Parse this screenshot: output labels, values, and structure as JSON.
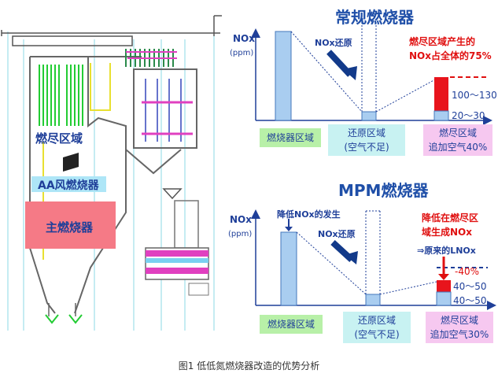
{
  "boiler": {
    "burnout_zone": "燃尽区域",
    "aa_air_burner": "AA风燃烧器",
    "main_burner": "主燃烧器"
  },
  "top_chart": {
    "title": "常规燃烧器",
    "yaxis_label": "NOx",
    "yaxis_unit": "(ppm)",
    "reduction_label": "NOx还原",
    "note_line1": "燃尽区域产生的",
    "note_line2": "NOx占全体的75%",
    "value_high": "100～130",
    "value_low": "20～30",
    "zones": [
      {
        "line1": "燃烧器区域",
        "line2": ""
      },
      {
        "line1": "还原区域",
        "line2": "(空气不足)"
      },
      {
        "line1": "燃尽区域",
        "line2": "追加空气40%"
      }
    ]
  },
  "bottom_chart": {
    "title": "MPM燃烧器",
    "yaxis_label": "NOx",
    "yaxis_unit": "(ppm)",
    "reduce_generation_label": "降低NOx的发生",
    "reduction_label": "NOx还原",
    "note_line1": "降低在燃尽区",
    "note_line2": "域生成NOx",
    "compare_label": "⇒原来的LNOx",
    "value_reduction": "-40%",
    "value_high": "40～50",
    "value_low": "40～50",
    "zones": [
      {
        "line1": "燃烧器区域",
        "line2": ""
      },
      {
        "line1": "还原区域",
        "line2": "(空气不足)"
      },
      {
        "line1": "燃尽区域",
        "line2": "追加空气30%"
      }
    ]
  },
  "caption": "图1  低低氮燃烧器改造的优势分析",
  "colors": {
    "bar_blue": "#a9cdf0",
    "bar_red": "#e8141c",
    "navy": "#1f3f99",
    "arrow": "#123a8a",
    "red_text": "#e01010"
  }
}
